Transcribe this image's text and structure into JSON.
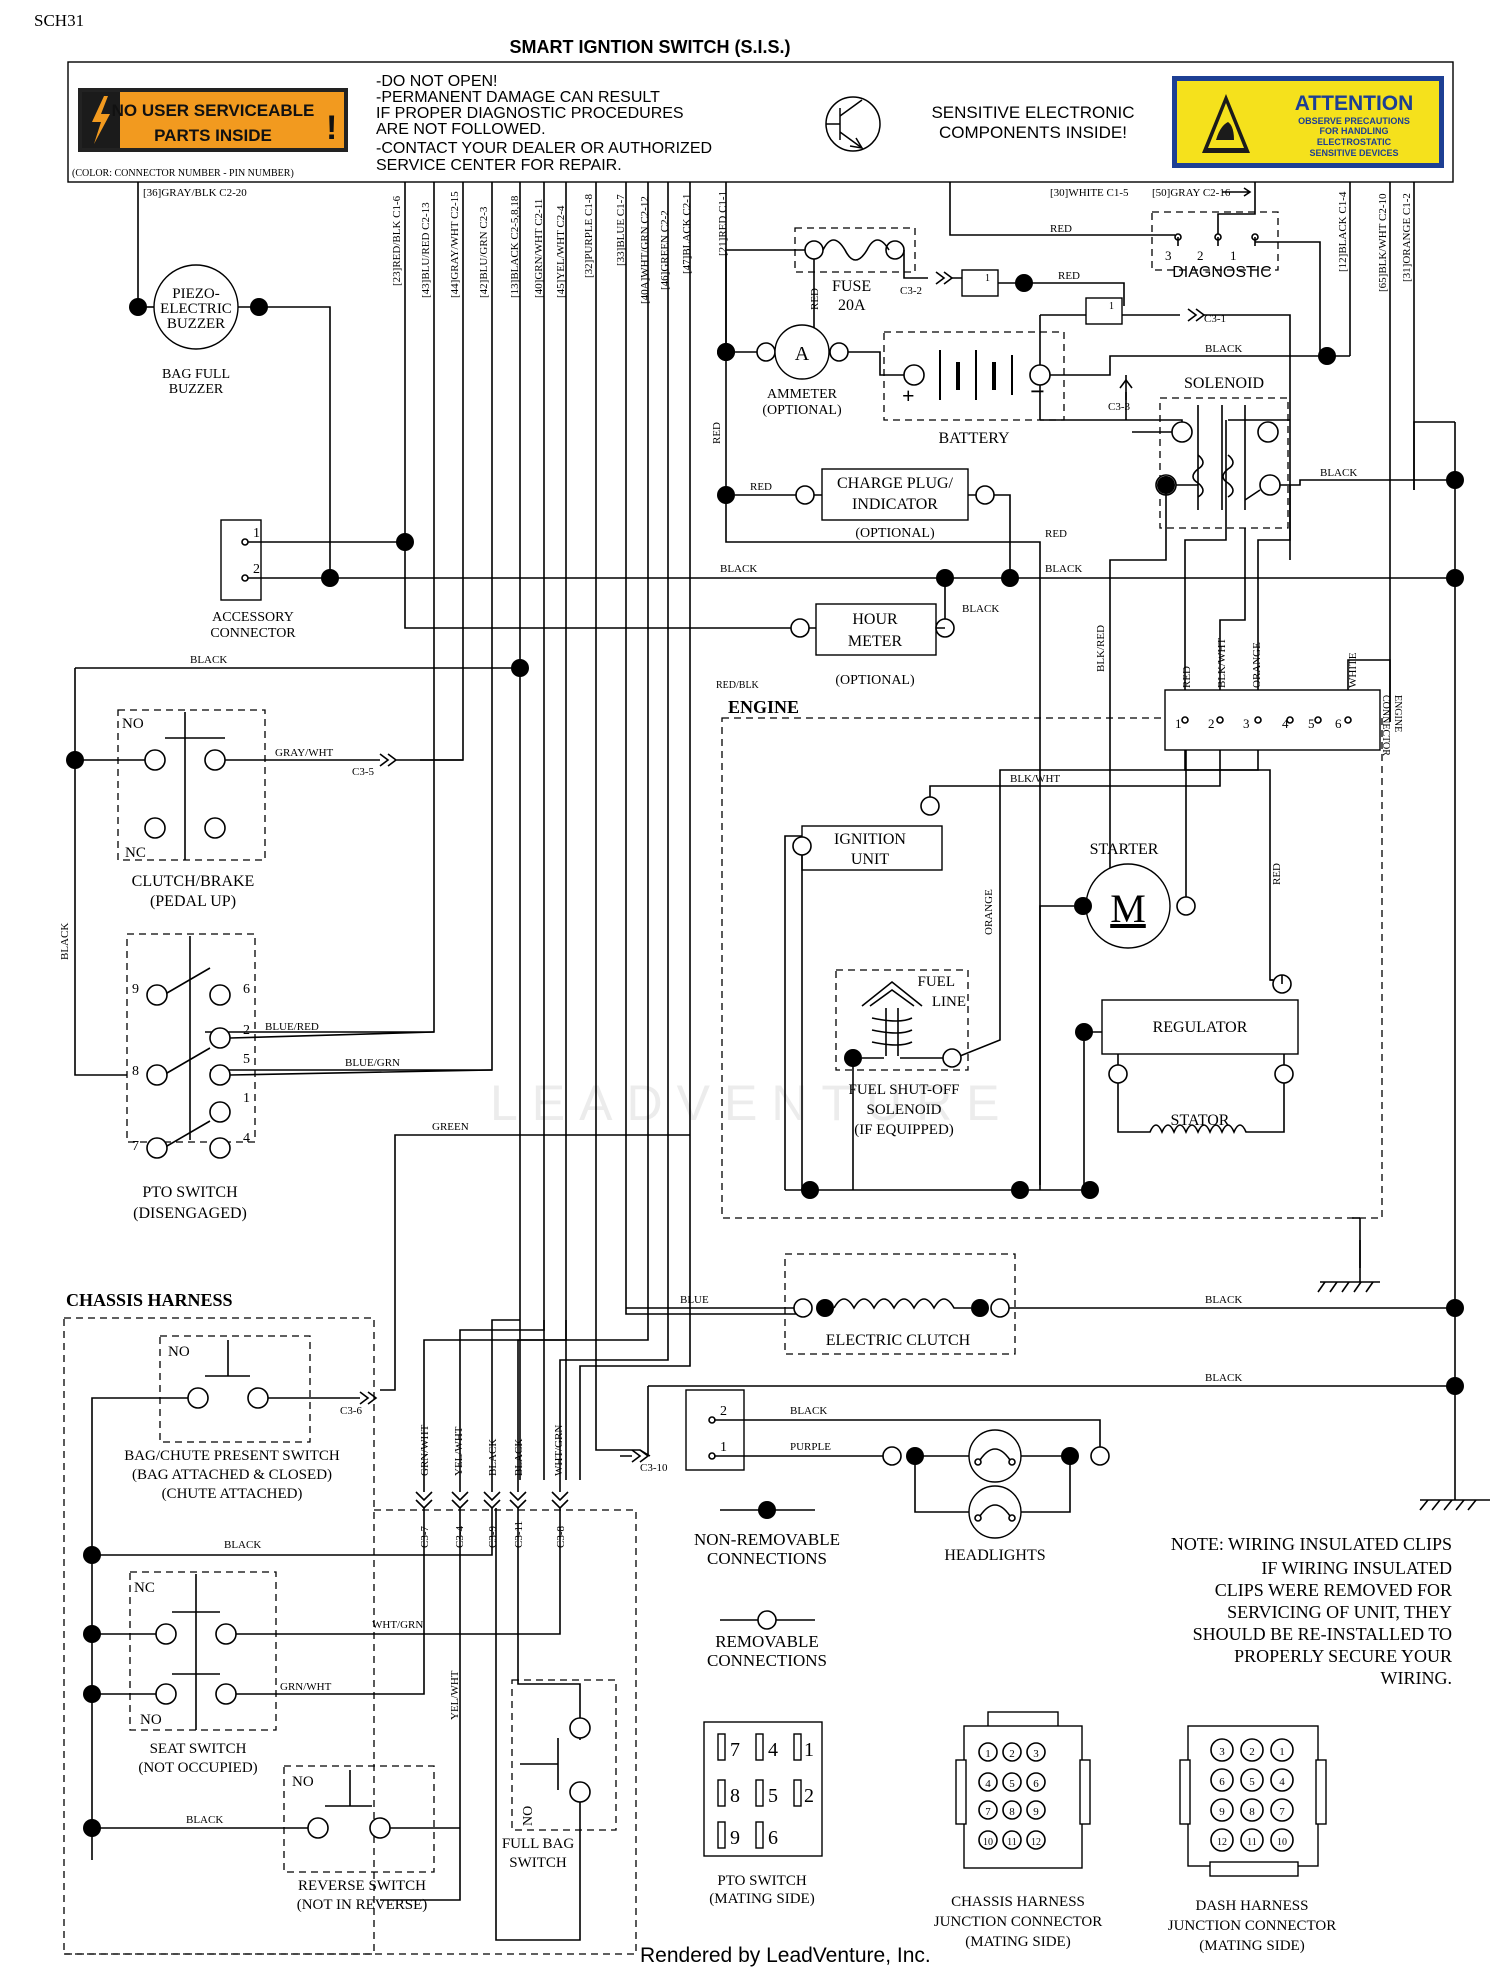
{
  "code": "SCH31",
  "title": "SMART IGNTION SWITCH (S.I.S.)",
  "header": {
    "no_service_label_1": "NO USER SERVICEABLE",
    "no_service_label_2": "PARTS INSIDE",
    "warning_lines": [
      "-DO NOT OPEN!",
      "-PERMANENT DAMAGE CAN RESULT",
      " IF PROPER DIAGNOSTIC PROCEDURES",
      " ARE NOT FOLLOWED.",
      "-CONTACT YOUR DEALER OR AUTHORIZED",
      " SERVICE CENTER FOR REPAIR."
    ],
    "color_note": "(COLOR: CONNECTOR NUMBER - PIN NUMBER)",
    "sensitive_1": "SENSITIVE ELECTRONIC",
    "sensitive_2": "COMPONENTS INSIDE!",
    "attention": "ATTENTION",
    "attention_lines": [
      "OBSERVE PRECAUTIONS",
      "FOR HANDLING",
      "ELECTROSTATIC",
      "SENSITIVE DEVICES"
    ]
  },
  "wire_labels": {
    "top_gray": "[36]GRAY/BLK C2-20",
    "vertical": [
      "[23]RED/BLK C1-6",
      "[43]BLU/RED C2-13",
      "[44]GRAY/WHT C2-15",
      "[42]BLU/GRN C2-3",
      "[13]BLACK C2-5,8,18",
      "[40]GRN/WHT C2-11",
      "[45]YEL/WHT C2-4",
      "[32]PURPLE C1-8",
      "[33]BLUE C1-7",
      "[40A]WHT/GRN C2-12",
      "[46]GREEN C2-2",
      "[47]BLACK C2-1",
      "[21]RED C1-1",
      "[12]BLACK C1-4",
      "[65]BLK/WHT C2-10",
      "[31]ORANGE C1-2"
    ],
    "white_c15": "[30]WHITE C1-5",
    "gray_c216": "[50]GRAY C2-16",
    "red": "RED",
    "black": "BLACK",
    "blk_red": "BLK/RED",
    "red_blk": "RED/BLK",
    "blk_wht": "BLK/WHT",
    "orange": "ORANGE",
    "white": "WHITE",
    "gray_wht": "GRAY/WHT",
    "blue_red": "BLUE/RED",
    "blue_grn": "BLUE/GRN",
    "green": "GREEN",
    "blue": "BLUE",
    "purple": "PURPLE",
    "grn_wht": "GRN/WHT",
    "yel_wht": "YEL/WHT",
    "wht_grn": "WHT/GRN"
  },
  "connectors": {
    "c3_1": "C3-1",
    "c3_2": "C3-2",
    "c3_3": "C3-3",
    "c3_5": "C3-5",
    "c3_6": "C3-6",
    "c3_7": "C3-7",
    "c3_4": "C3-4",
    "c3_9": "C3-9",
    "c3_11": "C3-11",
    "c3_8": "C3-8",
    "c3_10": "C3-10"
  },
  "components": {
    "buzzer_1": "PIEZO-",
    "buzzer_2": "ELECTRIC",
    "buzzer_3": "BUZZER",
    "buzzer_cap_1": "BAG FULL",
    "buzzer_cap_2": "BUZZER",
    "fuse_1": "FUSE",
    "fuse_2": "20A",
    "diagnostic": "DIAGNOSTIC",
    "ammeter_sym": "A",
    "ammeter_1": "AMMETER",
    "ammeter_2": "(OPTIONAL)",
    "battery": "BATTERY",
    "solenoid": "SOLENOID",
    "charge_1": "CHARGE PLUG/",
    "charge_2": "INDICATOR",
    "charge_3": "(OPTIONAL)",
    "accessory_1": "ACCESSORY",
    "accessory_2": "CONNECTOR",
    "hour_1": "HOUR",
    "hour_2": "METER",
    "hour_3": "(OPTIONAL)",
    "engine": "ENGINE",
    "engine_conn_1": "ENGINE",
    "engine_conn_2": "CONNECTOR",
    "ignition_1": "IGNITION",
    "ignition_2": "UNIT",
    "starter": "STARTER",
    "starter_sym": "M",
    "fuel_line_1": "FUEL",
    "fuel_line_2": "LINE",
    "fuel_sol_1": "FUEL SHUT-OFF",
    "fuel_sol_2": "SOLENOID",
    "fuel_sol_3": "(IF EQUIPPED)",
    "regulator": "REGULATOR",
    "stator": "STATOR",
    "clutch_brake_1": "CLUTCH/BRAKE",
    "clutch_brake_2": "(PEDAL UP)",
    "pto_1": "PTO SWITCH",
    "pto_2": "(DISENGAGED)",
    "no": "NO",
    "nc": "NC",
    "chassis_harness": "CHASSIS HARNESS",
    "bag_chute_1": "BAG/CHUTE PRESENT SWITCH",
    "bag_chute_2": "(BAG ATTACHED & CLOSED)",
    "bag_chute_3": "(CHUTE ATTACHED)",
    "seat_1": "SEAT SWITCH",
    "seat_2": "(NOT OCCUPIED)",
    "reverse_1": "REVERSE SWITCH",
    "reverse_2": "(NOT IN REVERSE)",
    "full_bag_1": "FULL BAG",
    "full_bag_2": "SWITCH",
    "electric_clutch": "ELECTRIC CLUTCH",
    "headlights": "HEADLIGHTS"
  },
  "legend": {
    "nonremovable_1": "NON-REMOVABLE",
    "nonremovable_2": "CONNECTIONS",
    "removable_1": "REMOVABLE",
    "removable_2": "CONNECTIONS",
    "pto_mating_1": "PTO SWITCH",
    "pto_mating_2": "(MATING SIDE)",
    "chassis_junction_1": "CHASSIS HARNESS",
    "chassis_junction_2": "JUNCTION CONNECTOR",
    "chassis_junction_3": "(MATING SIDE)",
    "dash_junction_1": "DASH HARNESS",
    "dash_junction_2": "JUNCTION CONNECTOR",
    "dash_junction_3": "(MATING SIDE)"
  },
  "note_lines": [
    "NOTE: WIRING INSULATED CLIPS",
    "IF WIRING INSULATED",
    "CLIPS WERE REMOVED FOR",
    "SERVICING OF UNIT, THEY",
    "SHOULD BE RE-INSTALLED TO",
    "PROPERLY SECURE YOUR",
    "WIRING."
  ],
  "pto_pins": [
    "7",
    "4",
    "1",
    "8",
    "5",
    "2",
    "9",
    "6"
  ],
  "chassis_pins": [
    "1",
    "2",
    "3",
    "4",
    "5",
    "6",
    "7",
    "8",
    "9",
    "10",
    "11",
    "12"
  ],
  "dash_pins": [
    "3",
    "2",
    "1",
    "6",
    "5",
    "4",
    "9",
    "8",
    "7",
    "12",
    "11",
    "10"
  ],
  "pin_numbers": [
    "1",
    "2",
    "3",
    "4",
    "5",
    "6",
    "7",
    "8",
    "9"
  ],
  "footer": "Rendered by LeadVenture, Inc.",
  "watermark": "LEADVENTURE"
}
